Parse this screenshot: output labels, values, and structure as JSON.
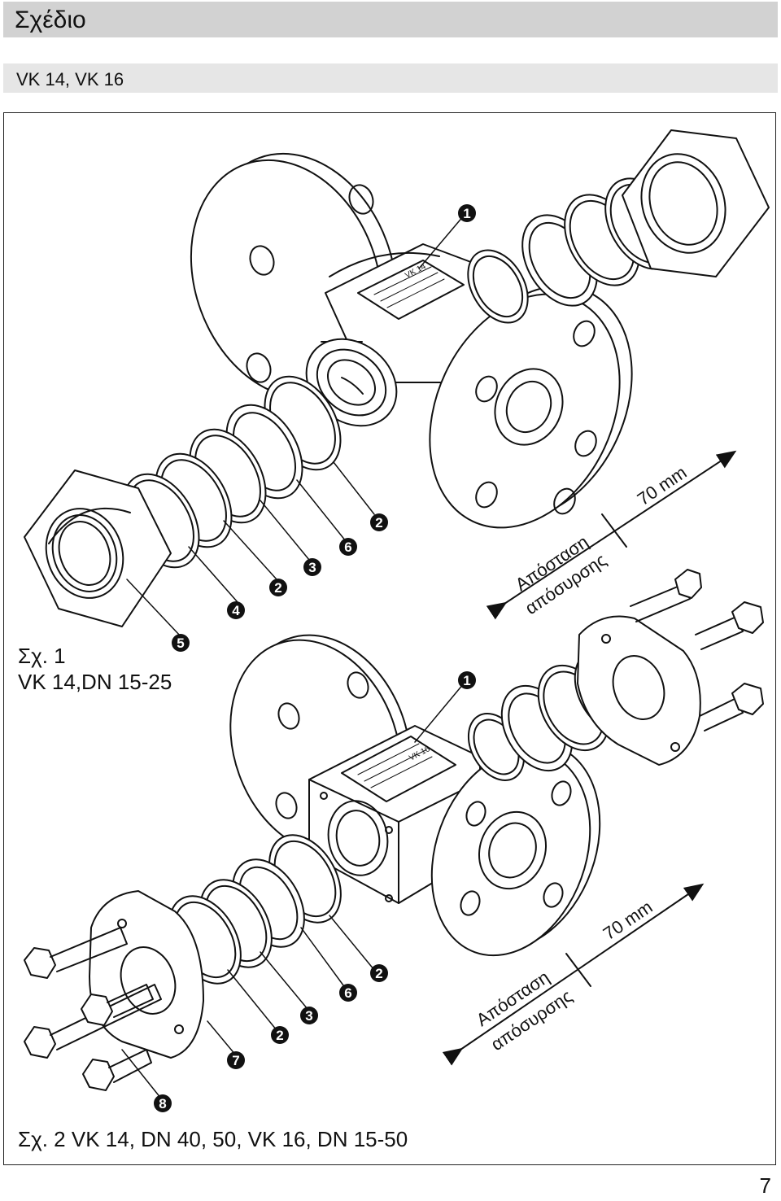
{
  "section_title": "Σχέδιο",
  "subtitle": "VK 14, VK 16",
  "figure1": {
    "caption_label": "Σχ. 1",
    "caption_text": "VK 14,DN 15-25",
    "distance_label_1": "Απόσταση",
    "distance_label_2": "απόσυρσης",
    "distance_value": "70 mm",
    "callouts": [
      "1",
      "2",
      "2",
      "3",
      "4",
      "5",
      "6"
    ],
    "plate_model": "VK 14"
  },
  "figure2": {
    "caption_label": "Σχ. 2",
    "caption_text": "VK 14, DN 40, 50, VK 16, DN 15-50",
    "distance_label_1": "Απόσταση",
    "distance_label_2": "απόσυρσης",
    "distance_value": "70 mm",
    "callouts": [
      "1",
      "2",
      "2",
      "3",
      "6",
      "7",
      "8"
    ],
    "plate_model": "VK 16"
  },
  "page_number": "7"
}
